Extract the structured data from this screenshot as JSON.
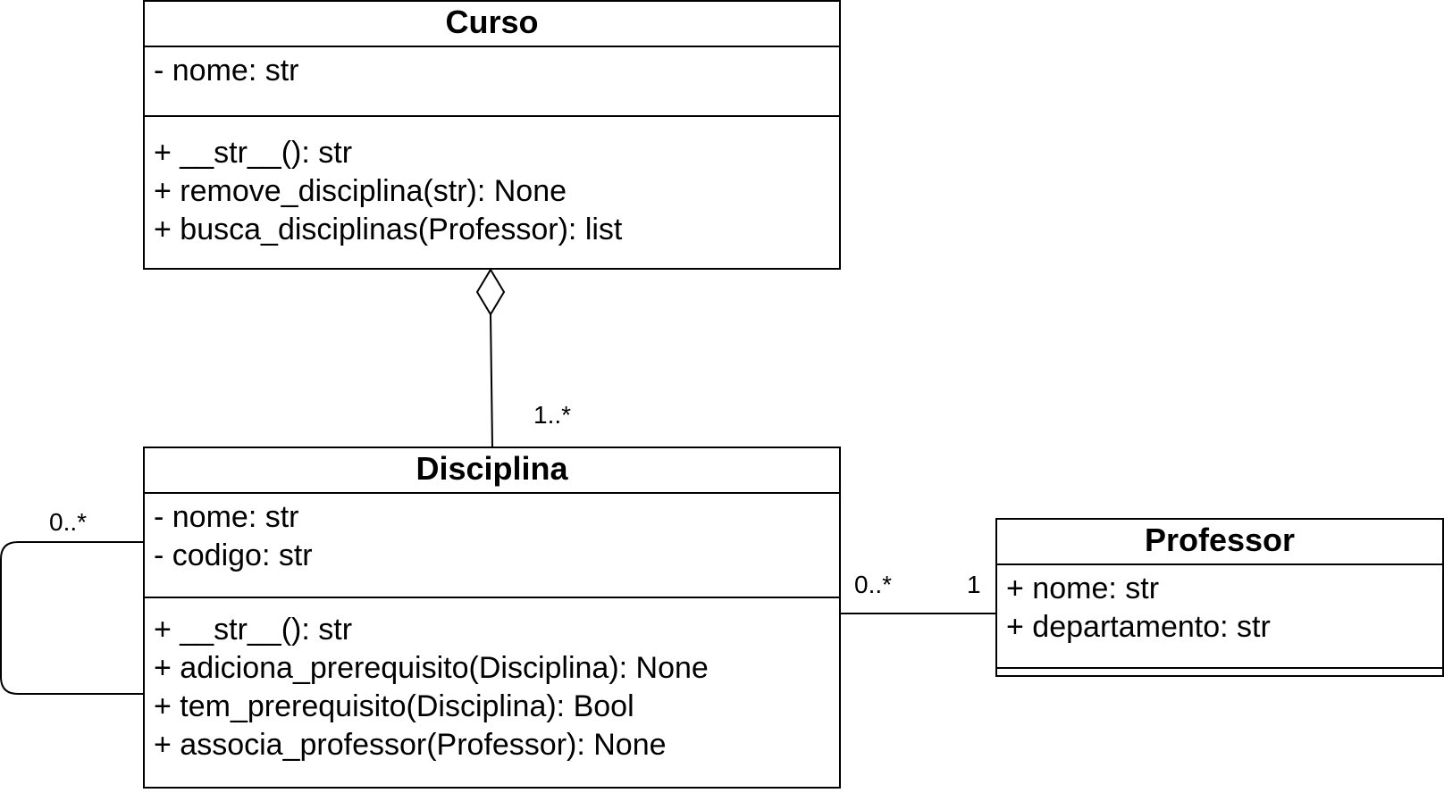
{
  "classes": {
    "curso": {
      "name": "Curso",
      "attributes": [
        "- nome: str"
      ],
      "methods": [
        "+ __str__(): str",
        "+ remove_disciplina(str): None",
        "+ busca_disciplinas(Professor): list"
      ]
    },
    "disciplina": {
      "name": "Disciplina",
      "attributes": [
        "- nome: str",
        "- codigo: str"
      ],
      "methods": [
        "+ __str__(): str",
        "+ adiciona_prerequisito(Disciplina): None",
        "+ tem_prerequisito(Disciplina): Bool",
        "+ associa_professor(Professor): None"
      ]
    },
    "professor": {
      "name": "Professor",
      "attributes": [
        "+ nome: str",
        "+ departamento: str"
      ],
      "methods": []
    }
  },
  "relations": {
    "curso_disciplina": {
      "type": "aggregation",
      "multiplicity_target": "1..*"
    },
    "disciplina_self": {
      "type": "association",
      "multiplicity": "0..*"
    },
    "disciplina_professor": {
      "type": "association",
      "multiplicity_source": "0..*",
      "multiplicity_target": "1"
    }
  }
}
